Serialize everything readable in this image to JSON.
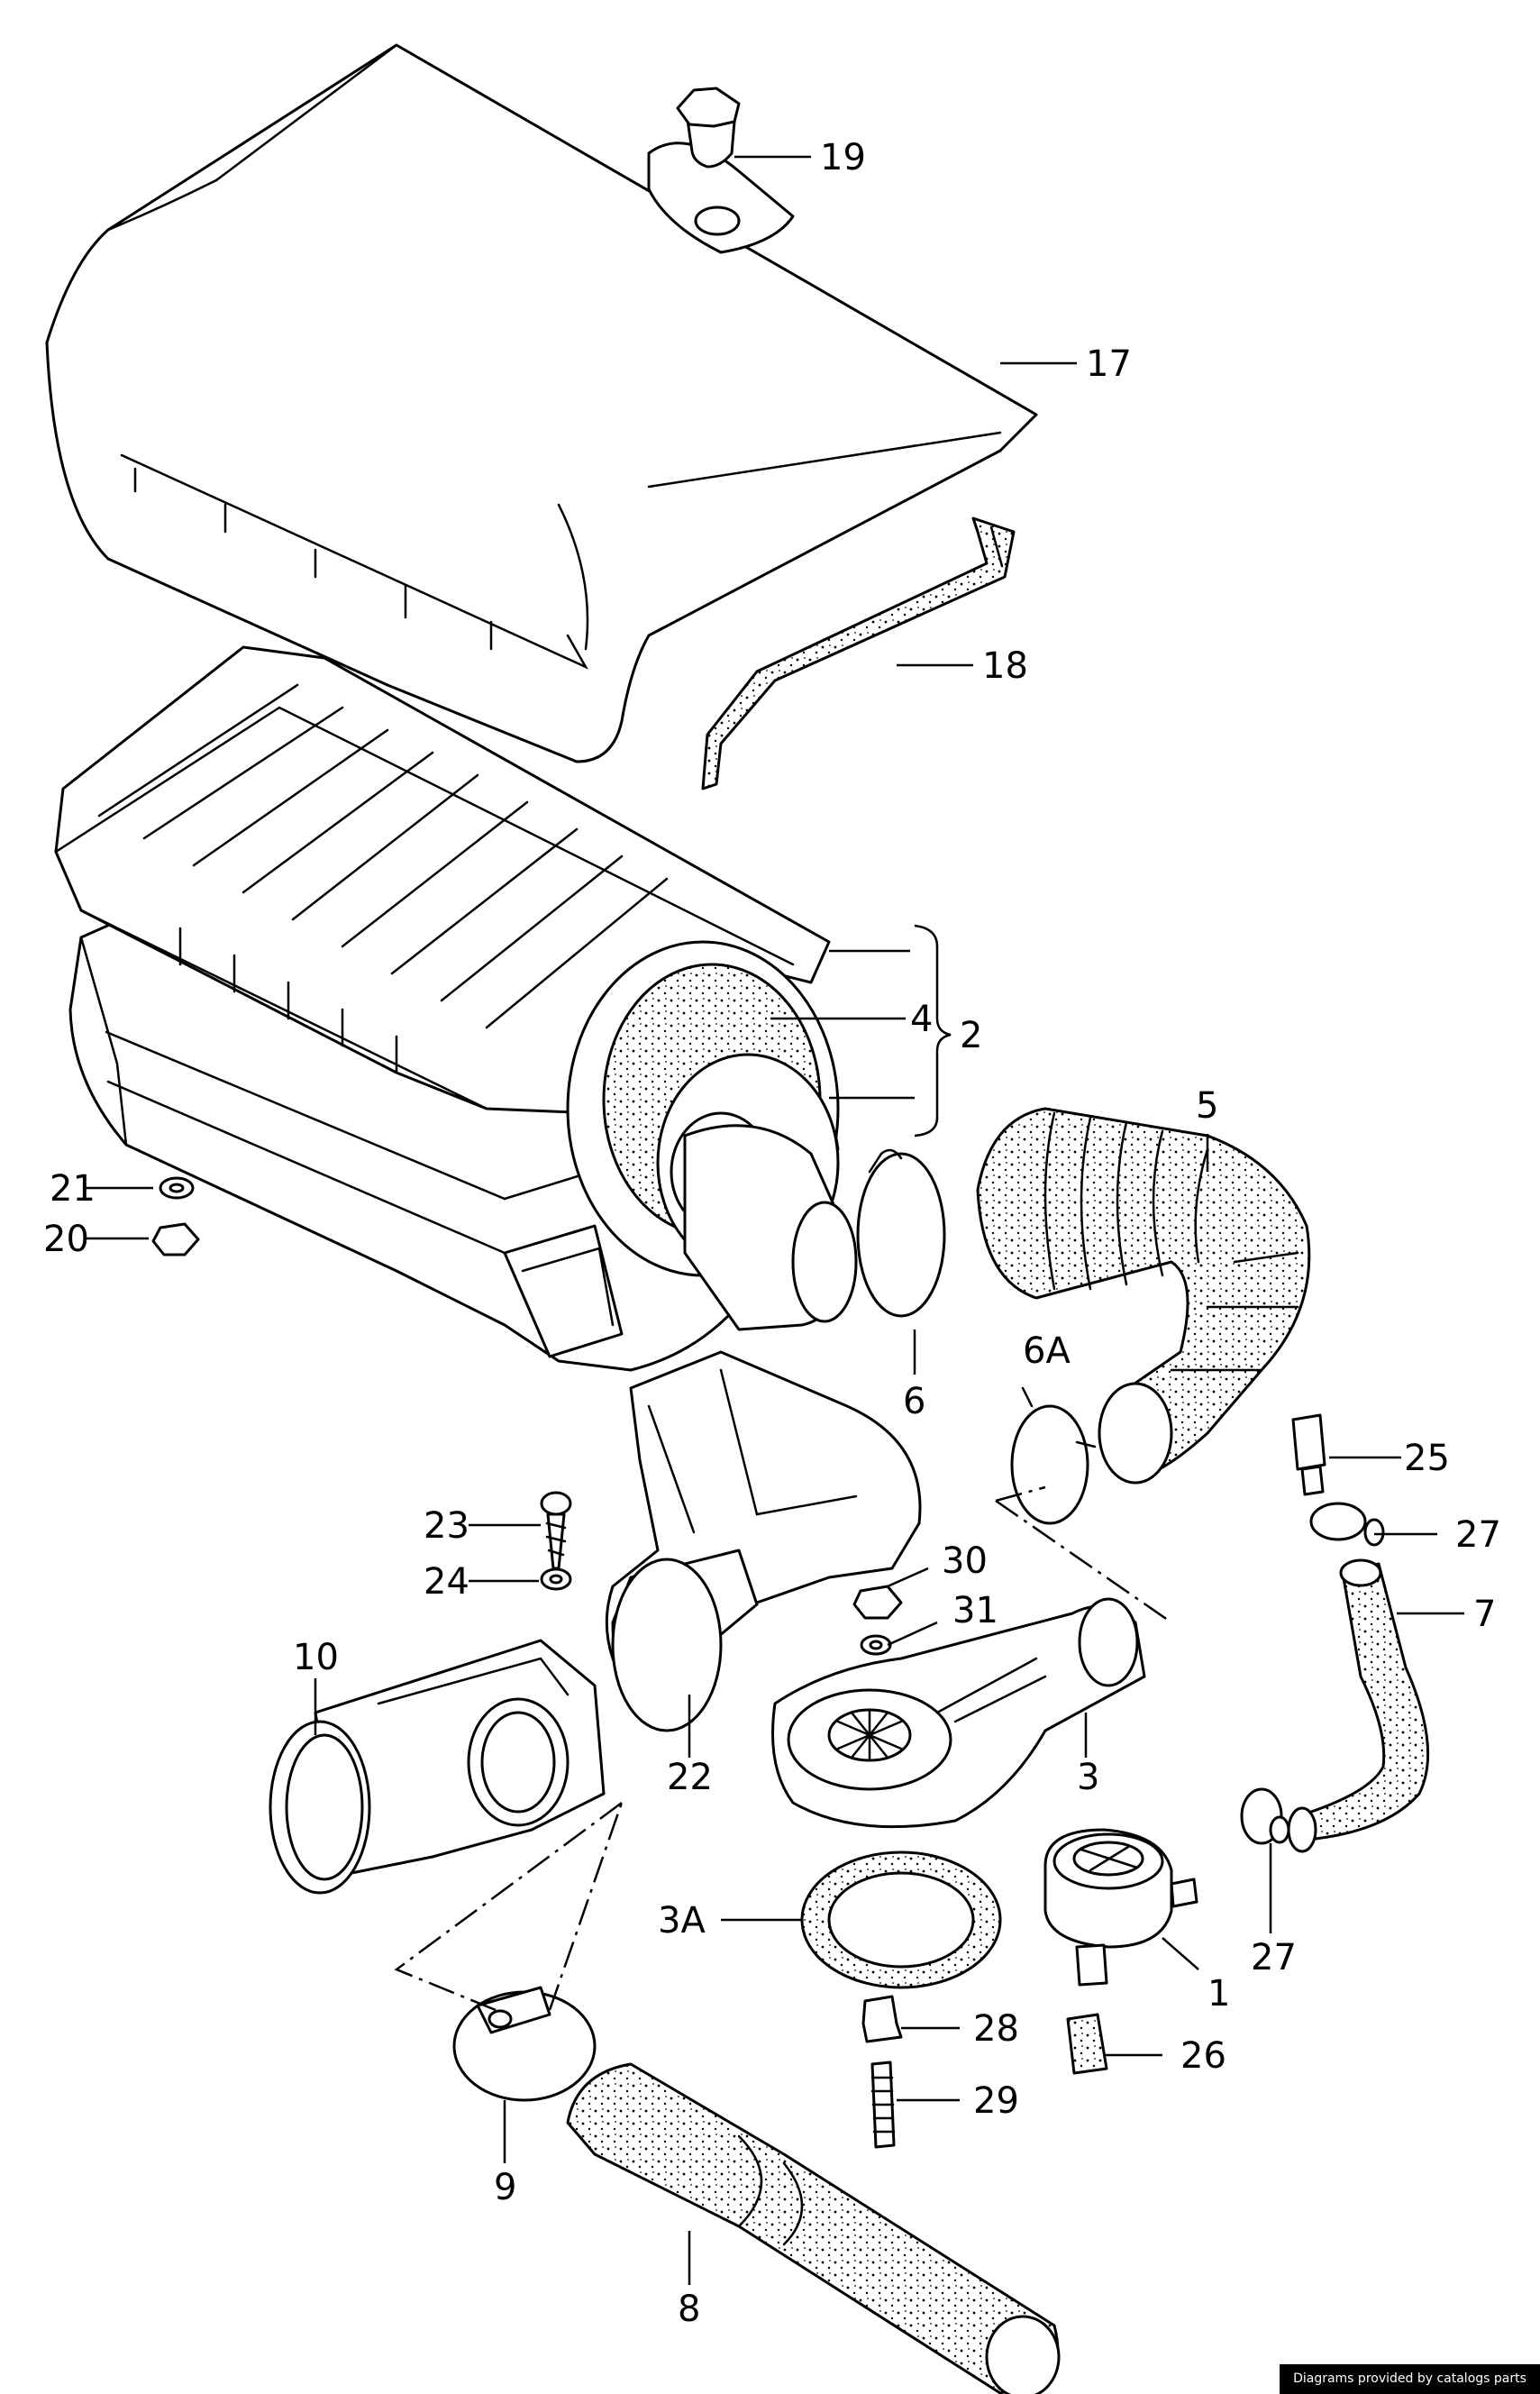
{
  "callouts": [
    {
      "label": "19"
    },
    {
      "label": "17"
    },
    {
      "label": "18"
    },
    {
      "label": "4"
    },
    {
      "label": "2"
    },
    {
      "label": "5"
    },
    {
      "label": "21"
    },
    {
      "label": "20"
    },
    {
      "label": "6"
    },
    {
      "label": "6A"
    },
    {
      "label": "25"
    },
    {
      "label": "27"
    },
    {
      "label": "7"
    },
    {
      "label": "23"
    },
    {
      "label": "24"
    },
    {
      "label": "30"
    },
    {
      "label": "31"
    },
    {
      "label": "10"
    },
    {
      "label": "22"
    },
    {
      "label": "3"
    },
    {
      "label": "3A"
    },
    {
      "label": "27"
    },
    {
      "label": "1"
    },
    {
      "label": "28"
    },
    {
      "label": "26"
    },
    {
      "label": "29"
    },
    {
      "label": "9"
    },
    {
      "label": "8"
    }
  ],
  "footer": {
    "credit": "Diagrams provided by catalogs parts"
  }
}
